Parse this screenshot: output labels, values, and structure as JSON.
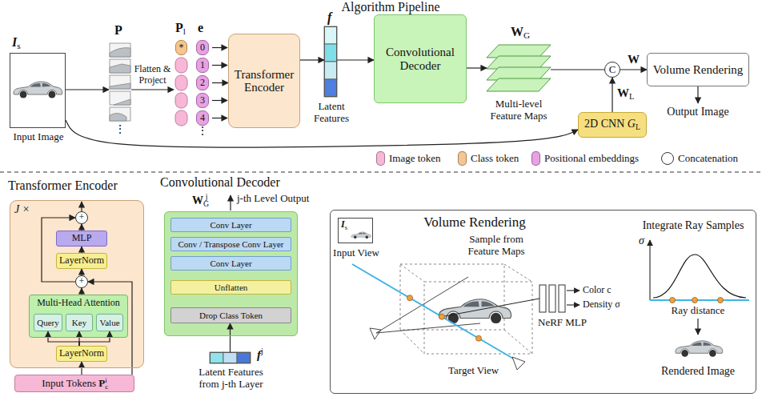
{
  "diagram": {
    "title": "Algorithm Pipeline",
    "nodes": [
      {
        "text": [
          "I",
          "s",
          "Input Image"
        ]
      },
      {
        "text": [
          "P"
        ]
      },
      {
        "text": [
          "P",
          "l",
          "e"
        ]
      },
      {
        "text": [
          "*"
        ],
        "in": 2
      },
      {
        "text": [
          "0"
        ],
        "in": 2
      },
      {
        "text": [
          "1"
        ],
        "in": 2
      },
      {
        "text": [
          "2"
        ],
        "in": 2
      },
      {
        "text": [
          "3"
        ],
        "in": 2
      },
      {
        "text": [
          "4"
        ],
        "in": 2
      },
      {
        "text": [
          "Transformer Encoder"
        ]
      },
      {
        "text": [
          "f",
          "Latent Features"
        ]
      },
      {
        "text": [
          "Convolutional Decoder"
        ]
      },
      {
        "text": [
          "W",
          "G",
          "Multi-level Feature Maps"
        ]
      },
      {
        "text": [
          "C"
        ]
      },
      {
        "text": [
          "Volume Rendering"
        ]
      },
      {
        "text": [
          "2D CNN",
          "G",
          "L"
        ]
      },
      {
        "text": [
          "Transformer Encoder"
        ]
      },
      {
        "text": [
          "+"
        ],
        "in": 16
      },
      {
        "text": [
          "MLP"
        ],
        "in": 16
      },
      {
        "text": [
          "LayerNorm"
        ],
        "in": 16
      },
      {
        "text": [
          "+"
        ],
        "in": 16
      },
      {
        "text": [
          "Multi-Head Attention"
        ],
        "in": 16
      },
      {
        "text": [
          "Query"
        ],
        "in": 21
      },
      {
        "text": [
          "Key"
        ],
        "in": 21
      },
      {
        "text": [
          "Value"
        ],
        "in": 21
      },
      {
        "text": [
          "LayerNorm"
        ],
        "in": 16
      },
      {
        "text": [
          "Input Tokens",
          "P",
          "c",
          "i"
        ]
      },
      {
        "text": [
          "Convolutional Decoder"
        ]
      },
      {
        "text": [
          "Conv Layer"
        ],
        "in": 27
      },
      {
        "text": [
          "Conv / Transpose Conv Layer"
        ],
        "in": 27
      },
      {
        "text": [
          "Conv Layer"
        ],
        "in": 27
      },
      {
        "text": [
          "Unflatten"
        ],
        "in": 27
      },
      {
        "text": [
          "Drop Class Token"
        ],
        "in": 27
      },
      {
        "text": [
          "f",
          "j",
          "Latent Features from j-th Layer"
        ]
      },
      {
        "text": [
          "Volume Rendering"
        ]
      },
      {
        "text": [
          "I",
          "s",
          "Input View"
        ],
        "in": 34
      }
    ],
    "edges": [
      {
        "from": 0,
        "to": 1,
        "arrow": "to"
      },
      {
        "from": 1,
        "to": 2,
        "label": "Flatten & Project",
        "arrow": "to"
      },
      {
        "from": 2,
        "to": 9,
        "arrow": "to"
      },
      {
        "from": 9,
        "to": 10,
        "arrow": "to"
      },
      {
        "from": 10,
        "to": 11,
        "arrow": "to"
      },
      {
        "from": 11,
        "to": 12,
        "arrow": "to"
      },
      {
        "from": 12,
        "to": 13,
        "arrow": "none"
      },
      {
        "from": 13,
        "to": 14,
        "arrow": "to"
      },
      {
        "from": 15,
        "to": 13,
        "arrow": "to"
      },
      {
        "from": 0,
        "to": 15,
        "arrow": "to"
      },
      {
        "from": 26,
        "to": 25,
        "arrow": "to"
      },
      {
        "from": 25,
        "to": 22,
        "arrow": "to"
      },
      {
        "from": 25,
        "to": 23,
        "arrow": "to"
      },
      {
        "from": 25,
        "to": 24,
        "arrow": "to"
      },
      {
        "from": 21,
        "to": 20,
        "arrow": "to"
      },
      {
        "from": 26,
        "to": 20,
        "arrow": "to"
      },
      {
        "from": 20,
        "to": 19,
        "arrow": "to"
      },
      {
        "from": 19,
        "to": 18,
        "arrow": "to"
      },
      {
        "from": 18,
        "to": 17,
        "arrow": "to"
      },
      {
        "from": 20,
        "to": 17,
        "arrow": "to"
      },
      {
        "from": 33,
        "to": 32,
        "arrow": "to"
      }
    ],
    "labels": [
      "⋮",
      "⋮",
      "W",
      "W",
      "L",
      "Output Image",
      "C",
      "J ×",
      "W",
      "G",
      "j",
      "j-th Level Output",
      "Sample from Feature Maps",
      "Color c",
      "Density σ",
      "NeRF MLP",
      "Target View",
      "Integrate Ray Samples",
      "σ",
      "Ray distance",
      "Rendered Image"
    ],
    "legend": [
      {
        "text": "Image token",
        "color": "#f6b8d6"
      },
      {
        "text": "Class token",
        "color": "#f5c592"
      },
      {
        "text": "Positional embeddings",
        "color": "#e6a2e2"
      },
      {
        "text": "Concatenation"
      }
    ]
  }
}
